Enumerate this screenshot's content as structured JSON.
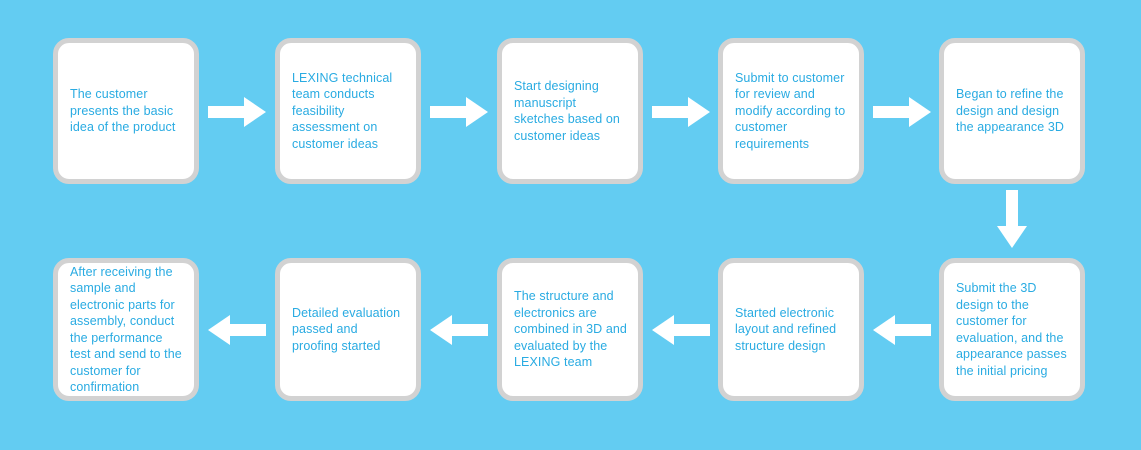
{
  "diagram": {
    "type": "process-flowchart",
    "title": "",
    "colors": {
      "background": "#63ccf2",
      "node_fill": "#ffffff",
      "node_border": "#d2d2d2",
      "text": "#29abe2",
      "arrow": "#ffffff"
    },
    "flow_direction": "serpentine: top row left-to-right, down on right edge, bottom row right-to-left",
    "nodes": [
      {
        "id": "step-1",
        "row": "top",
        "col": 1,
        "label": "The customer presents the basic idea of the product"
      },
      {
        "id": "step-2",
        "row": "top",
        "col": 2,
        "label": "LEXING technical team conducts feasibility assessment on customer ideas"
      },
      {
        "id": "step-3",
        "row": "top",
        "col": 3,
        "label": "Start designing manuscript sketches based on customer ideas"
      },
      {
        "id": "step-4",
        "row": "top",
        "col": 4,
        "label": "Submit to customer for review and modify according to customer requirements"
      },
      {
        "id": "step-5",
        "row": "top",
        "col": 5,
        "label": "Began to refine the design and design the appearance 3D"
      },
      {
        "id": "step-6",
        "row": "bottom",
        "col": 5,
        "label": "Submit the 3D design to the customer for evaluation, and the appearance passes the initial pricing"
      },
      {
        "id": "step-7",
        "row": "bottom",
        "col": 4,
        "label": "Started electronic layout and refined structure design"
      },
      {
        "id": "step-8",
        "row": "bottom",
        "col": 3,
        "label": "The structure and electronics are combined in 3D and evaluated by the LEXING team"
      },
      {
        "id": "step-9",
        "row": "bottom",
        "col": 2,
        "label": "Detailed evaluation passed and proofing started"
      },
      {
        "id": "step-10",
        "row": "bottom",
        "col": 1,
        "label": "After receiving the sample and electronic parts for assembly, conduct the performance test and send to the customer for confirmation"
      }
    ],
    "connectors": [
      {
        "id": "arrow-1-2",
        "from": "step-1",
        "to": "step-2",
        "direction": "right"
      },
      {
        "id": "arrow-2-3",
        "from": "step-2",
        "to": "step-3",
        "direction": "right"
      },
      {
        "id": "arrow-3-4",
        "from": "step-3",
        "to": "step-4",
        "direction": "right"
      },
      {
        "id": "arrow-4-5",
        "from": "step-4",
        "to": "step-5",
        "direction": "right"
      },
      {
        "id": "arrow-5-6",
        "from": "step-5",
        "to": "step-6",
        "direction": "down"
      },
      {
        "id": "arrow-6-7",
        "from": "step-6",
        "to": "step-7",
        "direction": "left"
      },
      {
        "id": "arrow-7-8",
        "from": "step-7",
        "to": "step-8",
        "direction": "left"
      },
      {
        "id": "arrow-8-9",
        "from": "step-8",
        "to": "step-9",
        "direction": "left"
      },
      {
        "id": "arrow-9-10",
        "from": "step-9",
        "to": "step-10",
        "direction": "left"
      }
    ]
  }
}
